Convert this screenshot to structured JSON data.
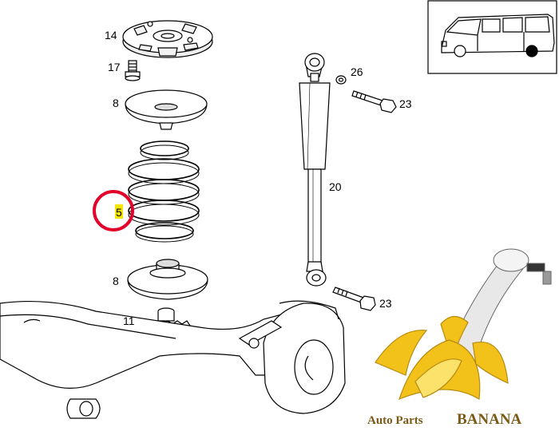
{
  "callouts": {
    "p14": "14",
    "p17": "17",
    "p8_top": "8",
    "p5": "5",
    "p8_bottom": "8",
    "p11": "11",
    "p26": "26",
    "p23_top": "23",
    "p20": "20",
    "p23_bottom": "23"
  },
  "highlight": {
    "part": "5",
    "marker_color": "#e3002b",
    "badge_color": "#f5e600"
  },
  "brand": {
    "prefix": "Auto Parts",
    "name": "BANANA",
    "text_color": "#7a5a14"
  },
  "colors": {
    "banana_yellow": "#f2c21a",
    "banana_light": "#fbe36b",
    "banana_dark": "#b88a10",
    "part_steel": "#d9d9d9",
    "line": "#000000"
  },
  "icons": [
    "van-icon",
    "banana-icon",
    "control-arm-icon"
  ]
}
